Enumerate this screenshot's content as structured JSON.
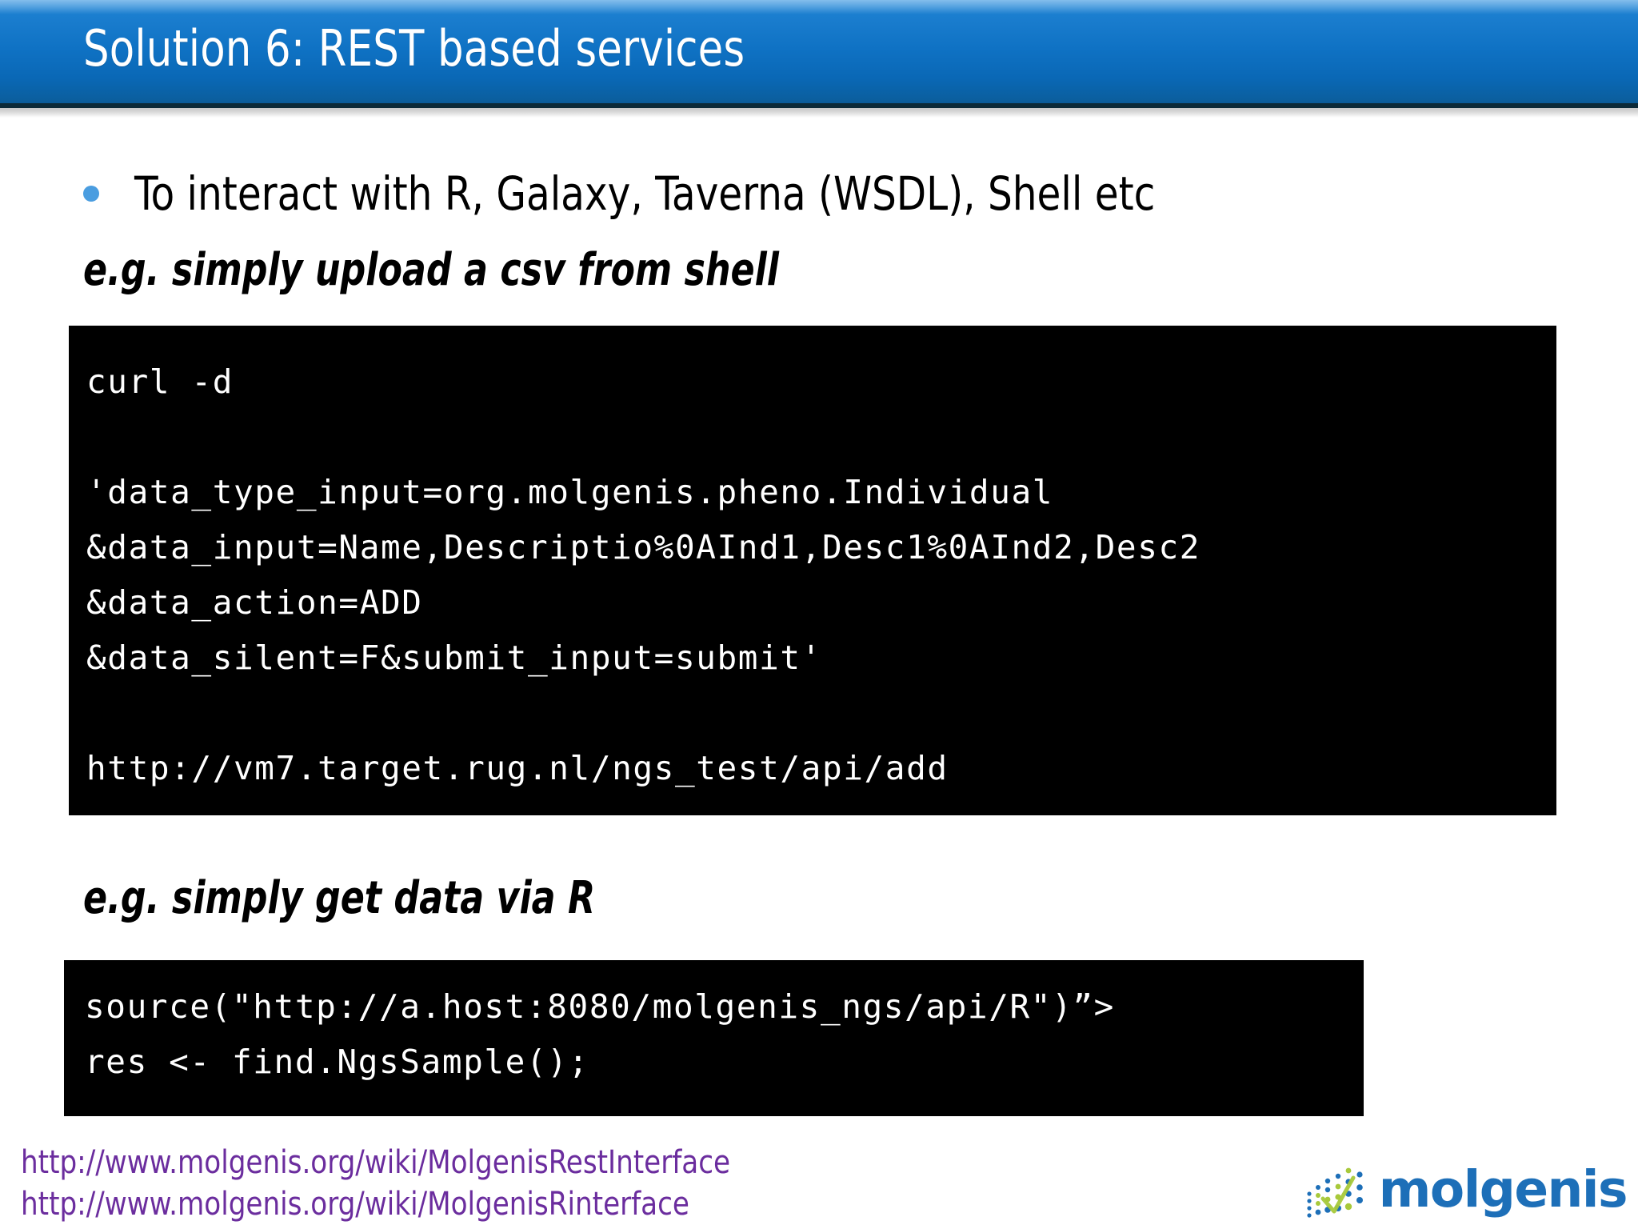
{
  "slide": {
    "title": "Solution 6: REST based services",
    "bullet": {
      "marker": "bullet-dot",
      "text": "To interact with R, Galaxy, Taverna (WSDL), Shell etc"
    },
    "captions": {
      "csv": "e.g. simply upload a csv from shell",
      "r": "e.g. simply get data via R"
    },
    "code_blocks": [
      {
        "id": "curl",
        "lines": [
          "curl -d",
          "",
          "'data_type_input=org.molgenis.pheno.Individual",
          "&data_input=Name,Descriptio%0AInd1,Desc1%0AInd2,Desc2",
          "&data_action=ADD",
          "&data_silent=F&submit_input=submit'",
          "",
          "http://vm7.target.rug.nl/ngs_test/api/add"
        ]
      },
      {
        "id": "r",
        "lines": [
          "source(\"http://a.host:8080/molgenis_ngs/api/R\")”>",
          "res <- find.NgsSample();"
        ]
      }
    ],
    "footer_links": [
      "http://www.molgenis.org/wiki/MolgenisRestInterface",
      "http://www.molgenis.org/wiki/MolgenisRinterface"
    ],
    "logo": {
      "wordmark": "molgenis"
    },
    "colors": {
      "title_bar_top": "#2b8ede",
      "title_bar_bottom": "#0a5591",
      "bullet_dot": "#4a9de0",
      "code_background": "#000000",
      "code_text": "#ffffff",
      "link": "#6b2d9e",
      "logo_blue": "#1d6fb8",
      "logo_green": "#a8c93a"
    }
  }
}
